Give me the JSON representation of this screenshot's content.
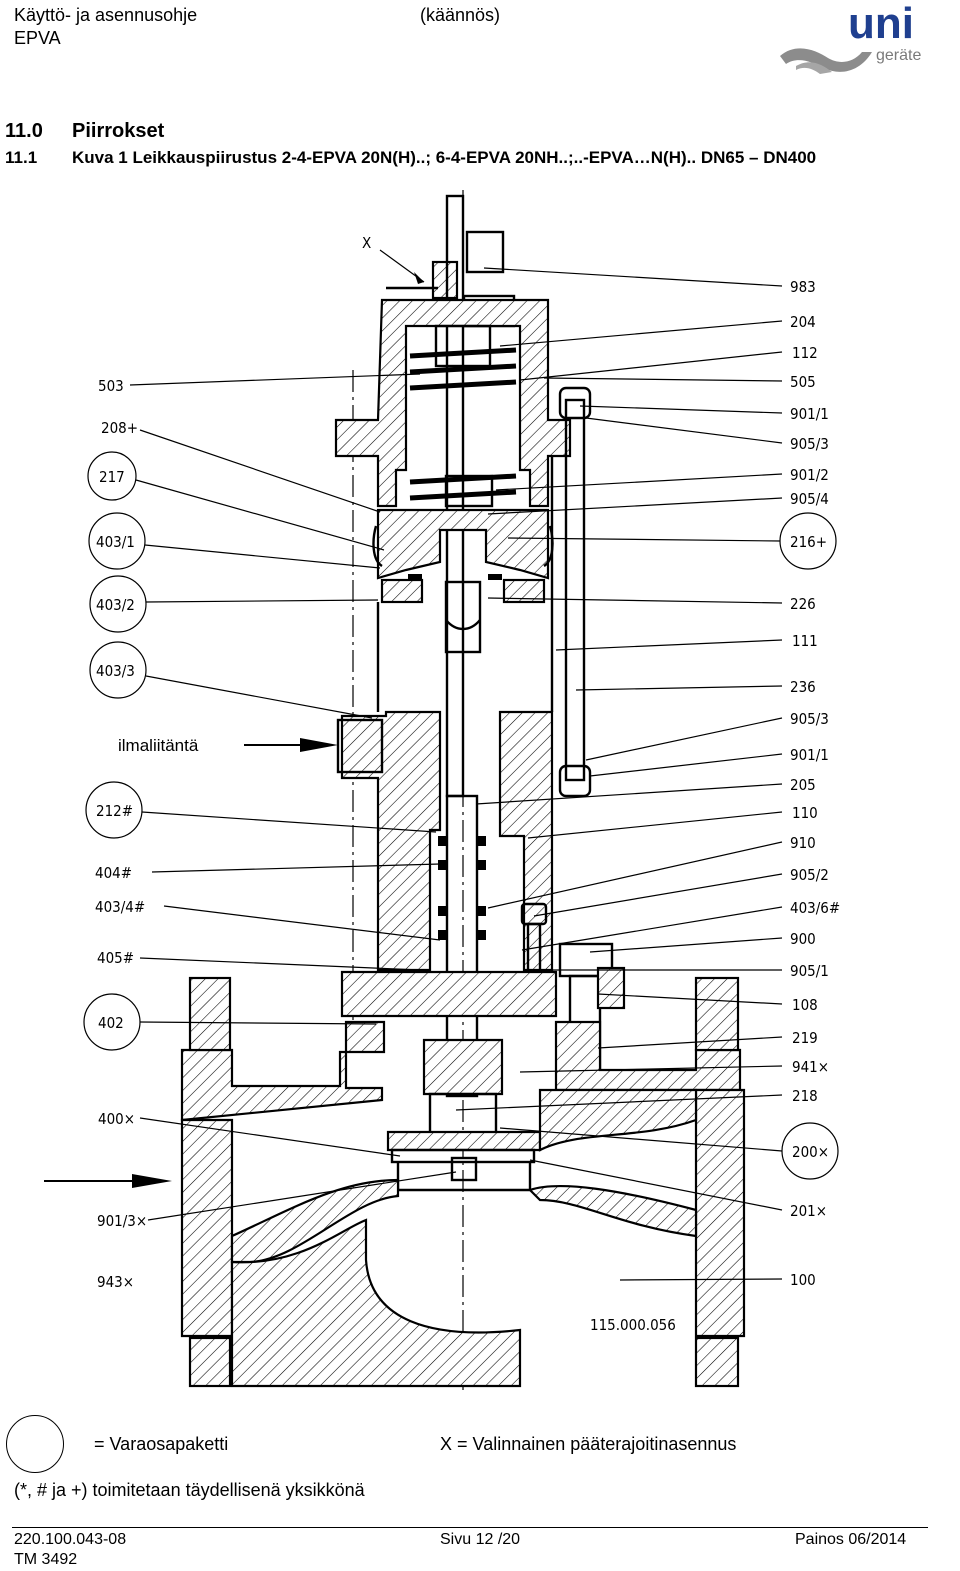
{
  "header": {
    "doc_title": "Käyttö- ja asennusohje",
    "product": "EPVA",
    "translation_note": "(käännös)",
    "logo_text": "uni",
    "logo_sub": "geräte"
  },
  "section": {
    "number": "11.0",
    "title": "Piirrokset",
    "sub_number": "11.1",
    "sub_title": "Kuva 1 Leikkauspiirustus 2-4-EPVA 20N(H)..; 6-4-EPVA 20NH..;..-EPVA…N(H).. DN65 – DN400"
  },
  "drawing": {
    "marker_x": "X",
    "air_connection": "ilmaliitäntä",
    "drawing_number": "115.000.056",
    "left_labels": [
      "503",
      "208+",
      "217",
      "403/1",
      "403/2",
      "403/3",
      "212#",
      "404#",
      "403/4#",
      "405#",
      "402",
      "400×",
      "901/3×",
      "943×"
    ],
    "right_labels": [
      "983",
      "204",
      "112",
      "505",
      "901/1",
      "905/3",
      "901/2",
      "905/4",
      "216+",
      "226",
      "111",
      "236",
      "905/3",
      "901/1",
      "205",
      "110",
      "910",
      "905/2",
      "403/6#",
      "900",
      "905/1",
      "108",
      "219",
      "941×",
      "218",
      "200×",
      "201×",
      "100"
    ]
  },
  "legend": {
    "circle_meaning": "= Varaosapaketti",
    "x_meaning": "X  =  Valinnainen pääterajoitinasennus",
    "note": "(*, # ja +) toimitetaan täydellisenä yksikkönä"
  },
  "footer": {
    "doc_number": "220.100.043-08",
    "tm": "TM 3492",
    "page": "Sivu 12 /20",
    "edition": "Painos 06/2014"
  }
}
